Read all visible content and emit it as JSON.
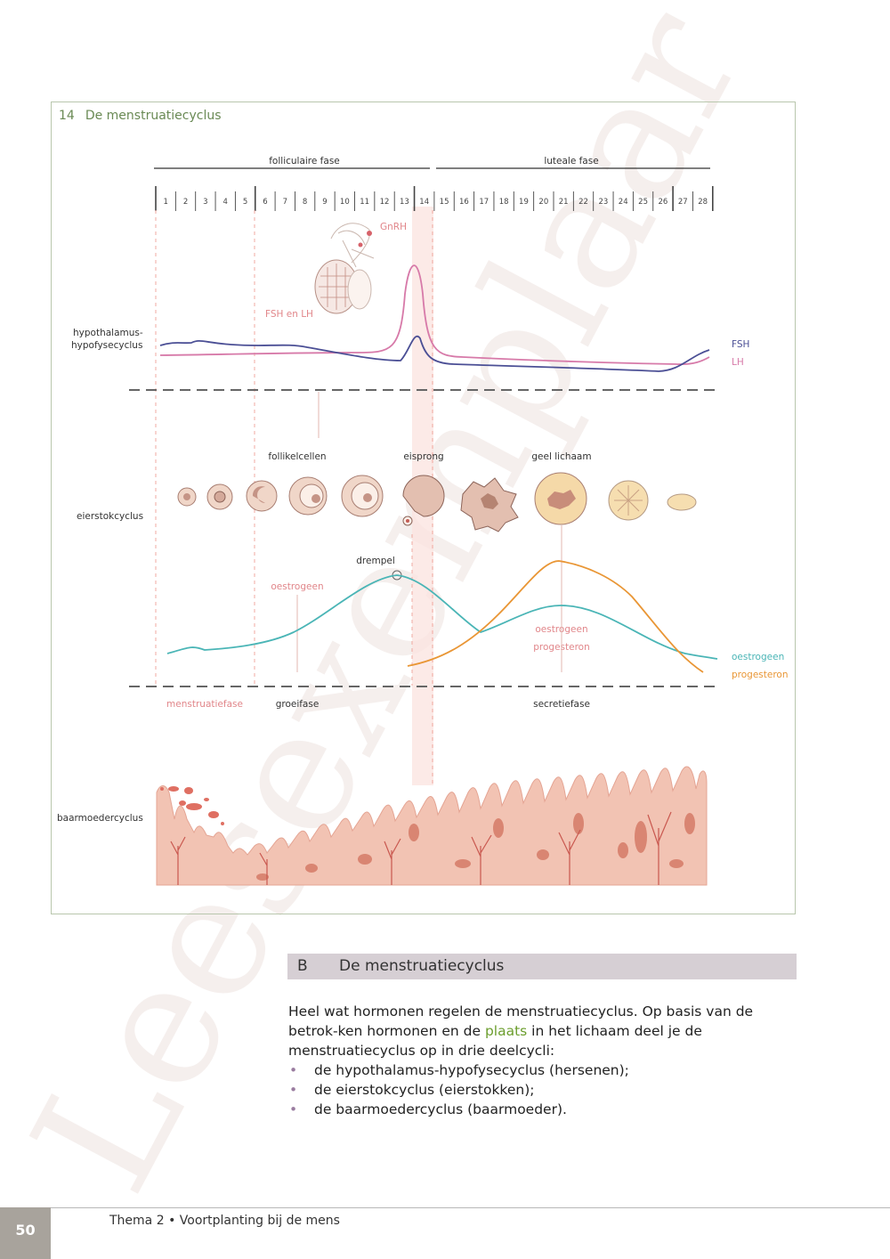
{
  "figure": {
    "number": "14",
    "title": "De menstruatiecyclus",
    "phases": {
      "follicular": "folliculaire fase",
      "luteal": "luteale fase"
    },
    "days": [
      "1",
      "2",
      "3",
      "4",
      "5",
      "6",
      "7",
      "8",
      "9",
      "10",
      "11",
      "12",
      "13",
      "14",
      "15",
      "16",
      "17",
      "18",
      "19",
      "20",
      "21",
      "22",
      "23",
      "24",
      "25",
      "26",
      "27",
      "28"
    ],
    "hypothalamus": {
      "row_label_1": "hypothalamus-",
      "row_label_2": "hypofysecyclus",
      "gnrh_label": "GnRH",
      "fsh_lh_label": "FSH en LH",
      "legend_fsh": "FSH",
      "legend_lh": "LH",
      "color_fsh": "#4b4f95",
      "color_lh": "#d77aa9"
    },
    "ovary": {
      "row_label": "eierstokcyclus",
      "follicle_label": "follikelcellen",
      "ovulation_label": "eisprong",
      "corpus_luteum_label": "geel lichaam",
      "threshold_label": "drempel",
      "oestrogen_label": "oestrogeen",
      "oestrogen_progesterone_1": "oestrogeen",
      "oestrogen_progesterone_2": "progesteron",
      "legend_oestrogen": "oestrogeen",
      "legend_progesterone": "progesteron",
      "color_oestrogen": "#4ab5b6",
      "color_progesterone": "#e99635"
    },
    "uterus": {
      "row_label": "baarmoedercyclus",
      "menstrual_phase": "menstruatiefase",
      "growth_phase": "groeifase",
      "secretory_phase": "secretiefase",
      "tissue_color": "#f2c3b3"
    }
  },
  "section": {
    "letter": "B",
    "title": "De menstruatiecyclus"
  },
  "body": {
    "intro_part1": "Heel wat hormonen regelen de menstruatiecyclus. Op basis van de betrok-ken hormonen en de ",
    "keyword": "plaats",
    "intro_part2": " in het lichaam deel je de menstruatiecyclus op in drie deelcycli:",
    "bullets": [
      "de hypothalamus-hypofysecyclus (hersenen);",
      "de eierstokcyclus (eierstokken);",
      "de baarmoedercyclus (baarmoeder)."
    ],
    "bullet_symbol": "•"
  },
  "footer": {
    "page_number": "50",
    "text": "Thema 2 • Voortplanting bij de mens"
  },
  "watermark": {
    "text": "Leesexemplaar",
    "color": "#f2ecea"
  }
}
